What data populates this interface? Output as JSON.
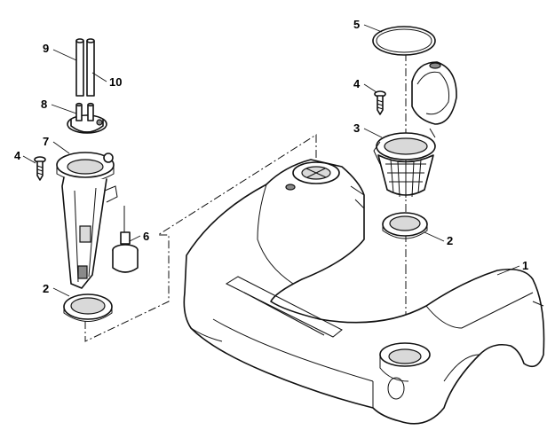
{
  "callouts": {
    "c1": "1",
    "c2a": "2",
    "c2b": "2",
    "c3": "3",
    "c4a": "4",
    "c4b": "4",
    "c5": "5",
    "c6": "6",
    "c7": "7",
    "c8": "8",
    "c9": "9",
    "c10": "10"
  }
}
